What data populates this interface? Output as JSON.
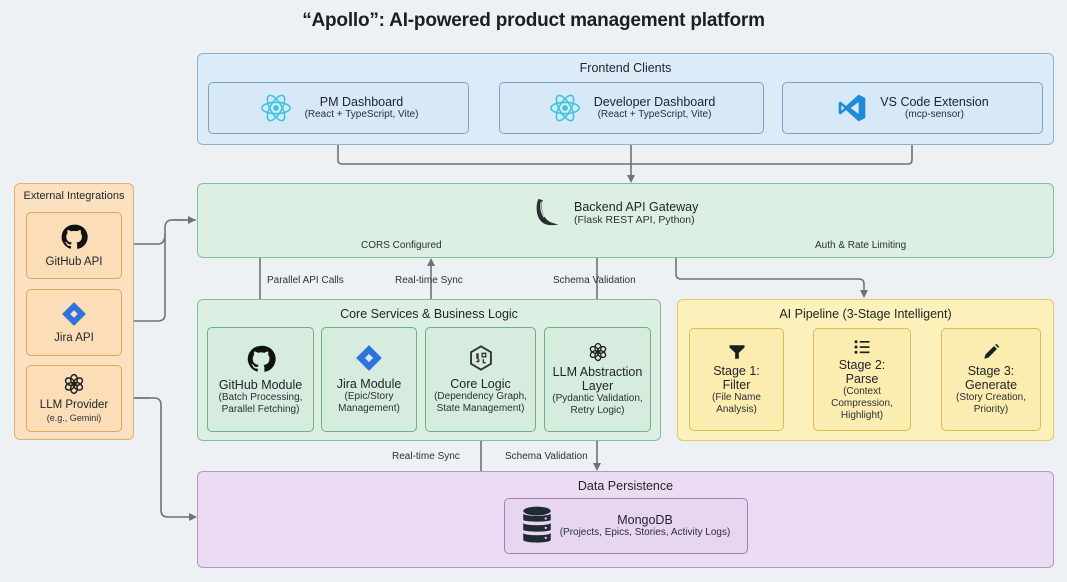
{
  "title": "“Apollo”: AI-powered product management platform",
  "colors": {
    "frontend": "#dcebf8",
    "backend": "#dbefe3",
    "external": "#fbe1c0",
    "pipeline": "#fcf0bb",
    "persistence": "#ecdcf3",
    "connector": "#6b737c"
  },
  "frontend": {
    "title": "Frontend Clients",
    "items": [
      {
        "name": "PM Dashboard",
        "sub": "(React + TypeScript, Vite)",
        "icon": "react-icon"
      },
      {
        "name": "Developer Dashboard",
        "sub": "(React + TypeScript, Vite)",
        "icon": "react-icon"
      },
      {
        "name": "VS Code Extension",
        "sub": "(mcp-sensor)",
        "icon": "vscode-icon"
      }
    ]
  },
  "external": {
    "title": "External Integrations",
    "items": [
      {
        "name": "GitHub API",
        "sub": "",
        "icon": "github-icon"
      },
      {
        "name": "Jira API",
        "sub": "",
        "icon": "jira-icon"
      },
      {
        "name": "LLM Provider",
        "sub": "(e.g., Gemini)",
        "icon": "openai-icon"
      }
    ]
  },
  "gateway": {
    "name": "Backend API Gateway",
    "sub": "(Flask REST API, Python)",
    "icon": "flask-icon",
    "labels": {
      "cors": "CORS Configured",
      "auth": "Auth & Rate Limiting"
    }
  },
  "edges": {
    "parallel_api_calls": "Parallel API Calls",
    "realtime_sync_top": "Real-time Sync",
    "schema_validation_top": "Schema Validation",
    "realtime_sync_bottom": "Real-time Sync",
    "schema_validation_bottom": "Schema Validation"
  },
  "core": {
    "title": "Core Services & Business Logic",
    "items": [
      {
        "name": "GitHub Module",
        "sub1": "(Batch Processing,",
        "sub2": "Parallel Fetching)",
        "icon": "github-icon"
      },
      {
        "name": "Jira Module",
        "sub1": "(Epic/Story",
        "sub2": "Management)",
        "icon": "jira-icon"
      },
      {
        "name": "Core Logic",
        "sub1": "(Dependency Graph,",
        "sub2": "State Management)",
        "icon": "core-logic-icon"
      },
      {
        "name1": "LLM Abstraction",
        "name2": "Layer",
        "sub1": "(Pydantic Validation,",
        "sub2": "Retry Logic)",
        "icon": "openai-icon"
      }
    ]
  },
  "pipeline": {
    "title": "AI Pipeline (3-Stage Intelligent)",
    "stages": [
      {
        "name1": "Stage 1:",
        "name2": "Filter",
        "sub1": "(File Name",
        "sub2": "Analysis)",
        "sub3": "",
        "icon": "filter-icon"
      },
      {
        "name1": "Stage 2:",
        "name2": "Parse",
        "sub1": "(Context",
        "sub2": "Compression,",
        "sub3": "Highlight)",
        "icon": "list-icon"
      },
      {
        "name1": "Stage 3:",
        "name2": "Generate",
        "sub1": "(Story Creation,",
        "sub2": "Priority)",
        "sub3": "",
        "icon": "pencil-icon"
      }
    ]
  },
  "persistence": {
    "title": "Data Persistence",
    "db": {
      "name": "MongoDB",
      "sub": "(Projects, Epics, Stories, Activity Logs)",
      "icon": "database-icon"
    }
  }
}
